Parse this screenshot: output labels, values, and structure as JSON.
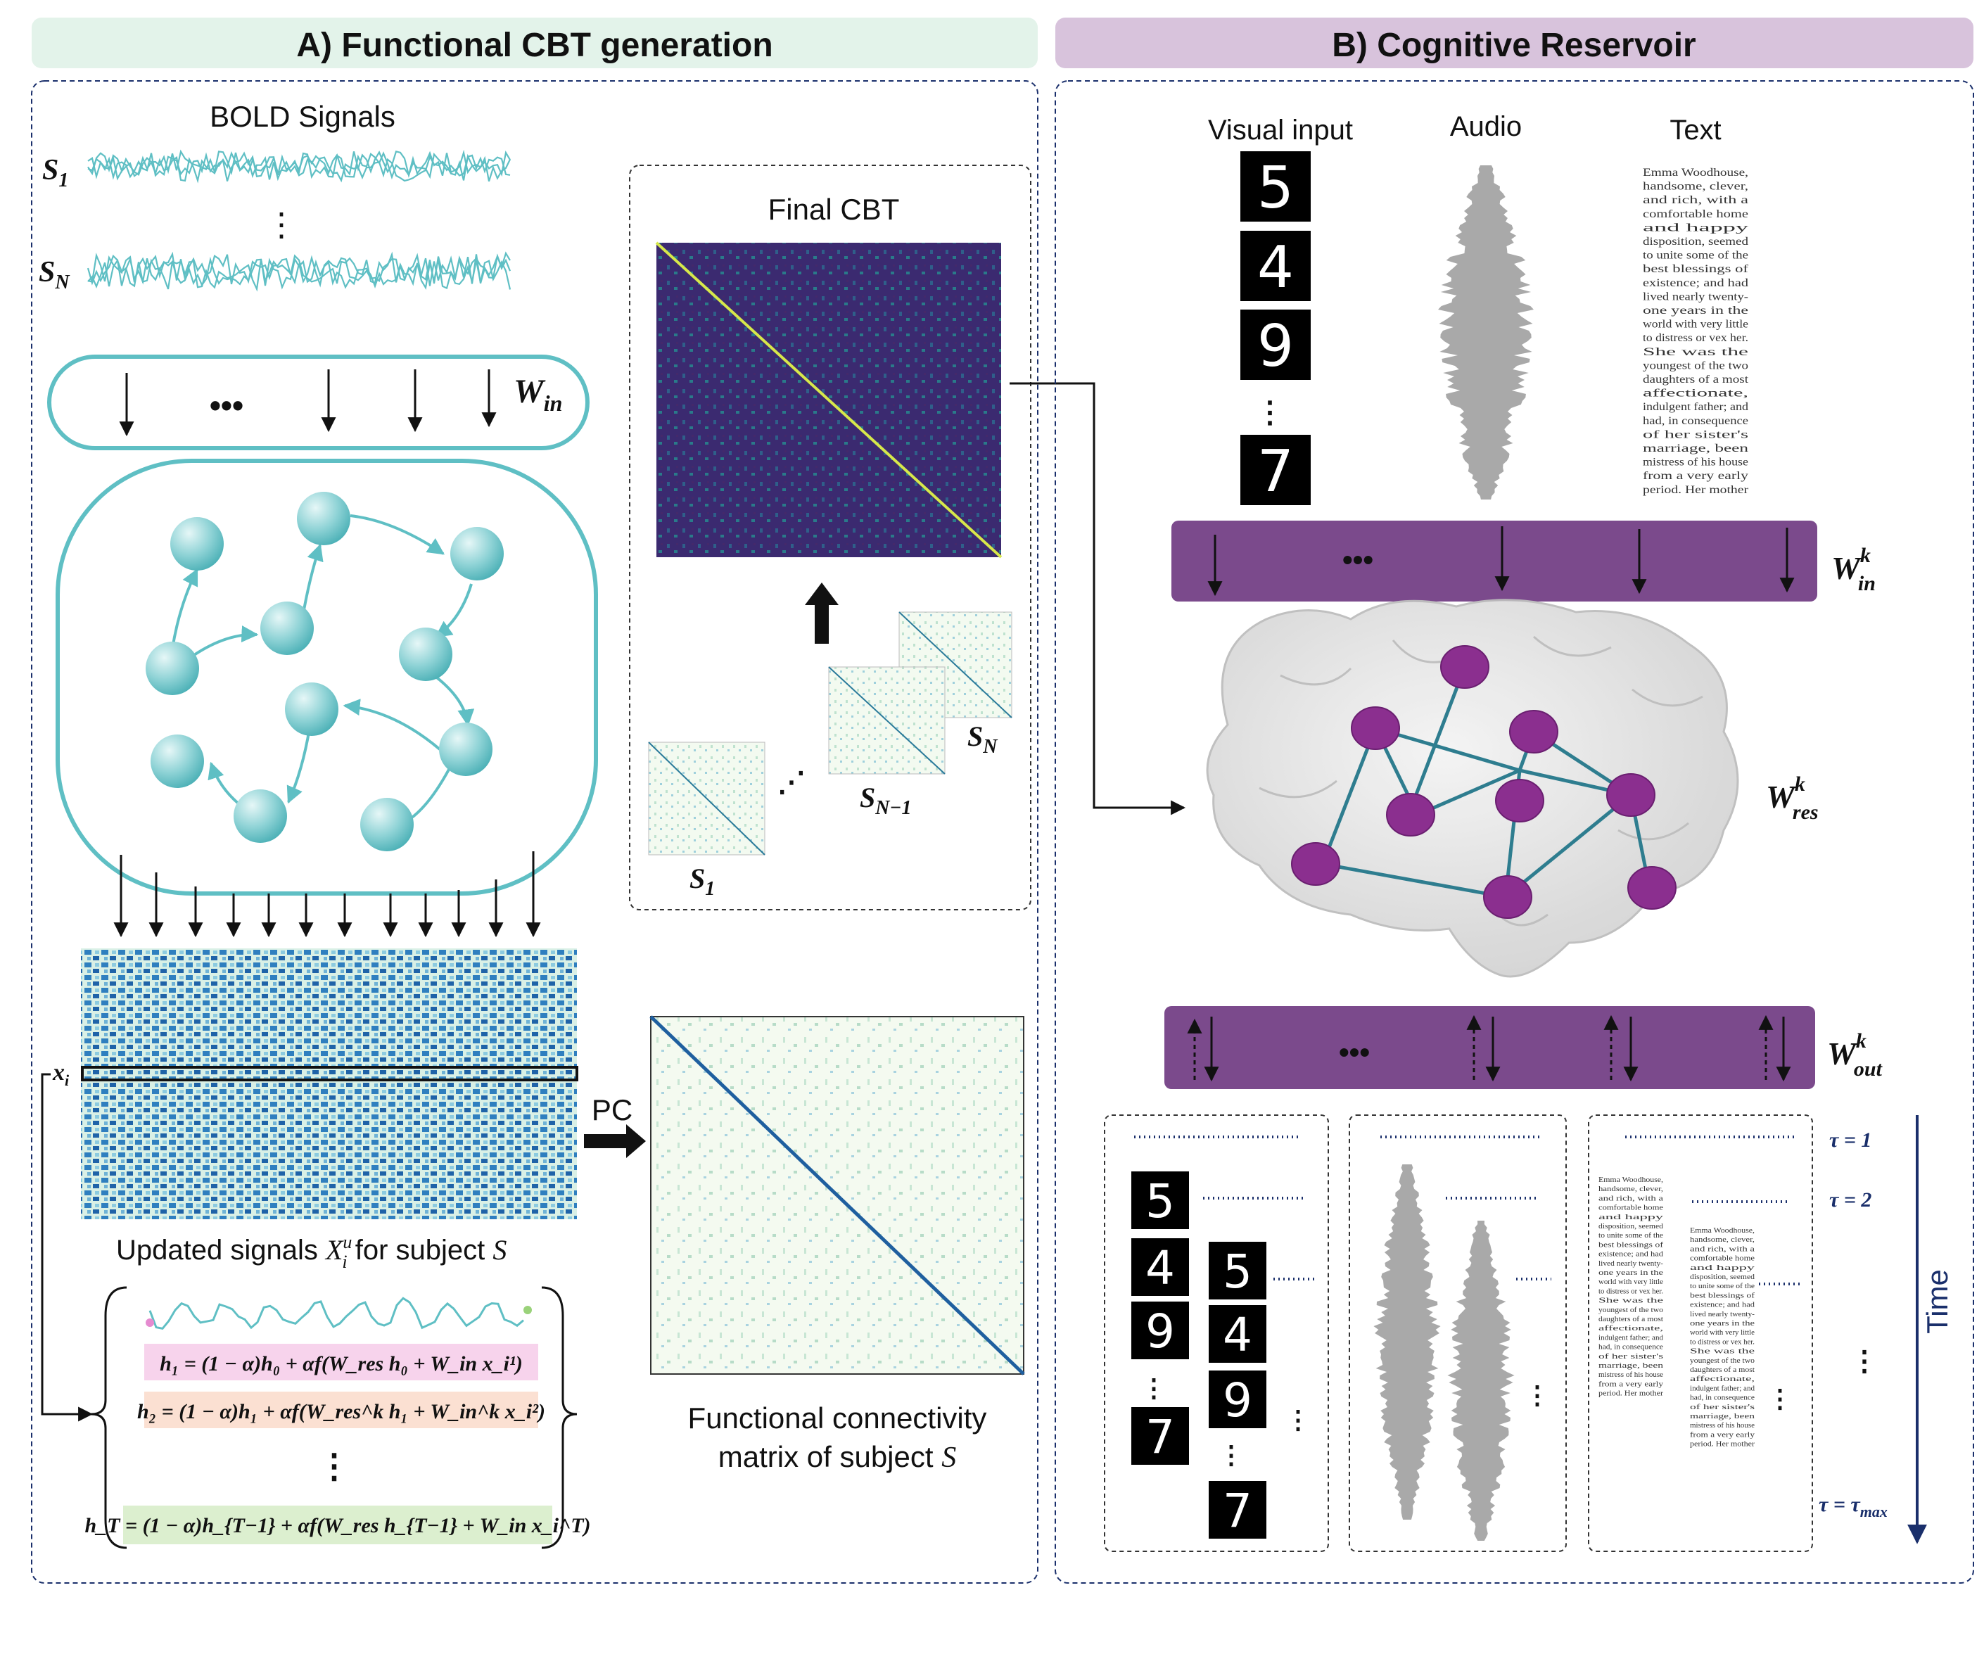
{
  "panel_a": {
    "title": "A) Functional CBT generation",
    "bold_label": "BOLD Signals",
    "s1": "S",
    "s1_sub": "1",
    "sn": "S",
    "sn_sub": "N",
    "vdots": "⋮",
    "win": "W",
    "win_sub": "in",
    "ellipsis": "•••",
    "xi": "x",
    "xi_sub": "i",
    "pc": "PC",
    "updated_caption_a": "Updated signals ",
    "updated_caption_x": "X",
    "updated_caption_sup": "u",
    "updated_caption_sub": "i",
    "updated_caption_b": " for subject ",
    "updated_caption_s": "S",
    "final_cbt": "Final CBT",
    "cbt_s1": "S",
    "cbt_s1_sub": "1",
    "cbt_sn1": "S",
    "cbt_sn1_sub": "N−1",
    "cbt_sn": "S",
    "cbt_sn_sub": "N",
    "cbt_dots": "⋰",
    "fc_line1": "Functional connectivity",
    "fc_line2": "matrix of subject ",
    "fc_s": "S",
    "eq1": "h₁ = (1 − α)h₀ + αf(W_res h₀ + W_in x_i¹)",
    "eq2": "h₂ = (1 − α)h₁ + αf(W_res^k h₁ + W_in^k x_i²)",
    "eq_dots": "⋮",
    "eqT": "h_T = (1 − α)h_{T−1} + αf(W_res h_{T−1} + W_in x_i^T)"
  },
  "panel_b": {
    "title": "B) Cognitive Reservoir",
    "visual_label": "Visual input",
    "audio_label": "Audio",
    "text_label": "Text",
    "digits": [
      "5",
      "4",
      "9",
      "7"
    ],
    "text_passage": [
      "Emma Woodhouse,",
      "handsome, clever,",
      "and rich, with a",
      "comfortable home",
      "and happy",
      "disposition, seemed",
      "to unite some of the",
      "best blessings of",
      "existence; and had",
      "lived nearly twenty-",
      "one years in the",
      "world with very little",
      "to distress or vex her.",
      "She was the",
      "youngest of the two",
      "daughters of a most",
      "affectionate,",
      "indulgent father; and",
      "had, in consequence",
      "of her sister's",
      "marriage, been",
      "mistress of his house",
      "from a very early",
      "period. Her mother"
    ],
    "win_k": "W",
    "win_k_sup": "k",
    "win_k_sub": "in",
    "wres_k": "W",
    "wres_k_sup": "k",
    "wres_k_sub": "res",
    "wout_k": "W",
    "wout_k_sup": "k",
    "wout_k_sub": "out",
    "ellipsis": "•••",
    "tau1": "τ = 1",
    "tau2": "τ = 2",
    "taumax": "τ = τ",
    "taumax_sub": "max",
    "time_label": "Time",
    "vdots": "⋮"
  },
  "colors": {
    "teal": "#5fbfc4",
    "purple": "#7b4a8c",
    "header_a": "#e3f3ea",
    "header_b": "#d8c3dc",
    "navy": "#1a2f6b",
    "pink_eq": "#f7d3ec",
    "orange_eq": "#fbe0d2",
    "green_eq": "#dcefcf"
  }
}
